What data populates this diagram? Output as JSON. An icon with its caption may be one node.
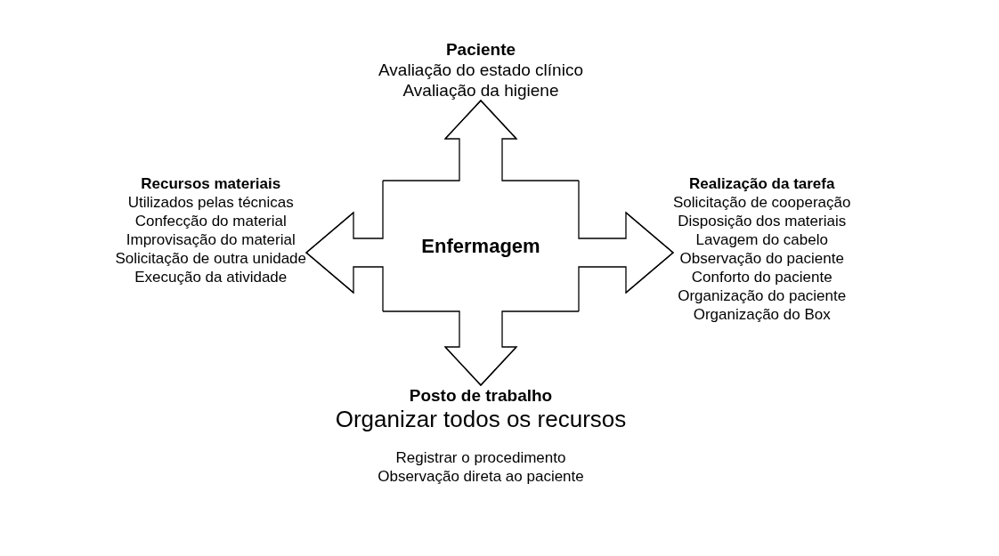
{
  "diagram": {
    "nodes": [
      {
        "text": [
          "Enfermagem"
        ]
      },
      {
        "text": [
          "Paciente",
          "Avaliação do estado clínico",
          "Avaliação da higiene"
        ]
      },
      {
        "text": [
          "Realização da tarefa",
          "Solicitação de cooperação",
          "Disposição dos materiais",
          "Lavagem do cabelo",
          "Observação do paciente",
          "Conforto do paciente",
          "Organização do paciente",
          "Organização do Box"
        ]
      },
      {
        "text": [
          "Posto de trabalho",
          "Organizar todos os recursos",
          "Registrar o procedimento",
          "Observação direta ao paciente"
        ]
      },
      {
        "text": [
          "Recursos materiais",
          "Utilizados pelas técnicas",
          "Confecção do material",
          "Improvisação do material",
          "Solicitação de outra unidade",
          "Execução da atividade"
        ]
      }
    ],
    "edges": [
      {
        "from": 0,
        "to": 1,
        "arrow": "to"
      },
      {
        "from": 0,
        "to": 2,
        "arrow": "to"
      },
      {
        "from": 0,
        "to": 3,
        "arrow": "to"
      },
      {
        "from": 0,
        "to": 4,
        "arrow": "to"
      }
    ]
  }
}
